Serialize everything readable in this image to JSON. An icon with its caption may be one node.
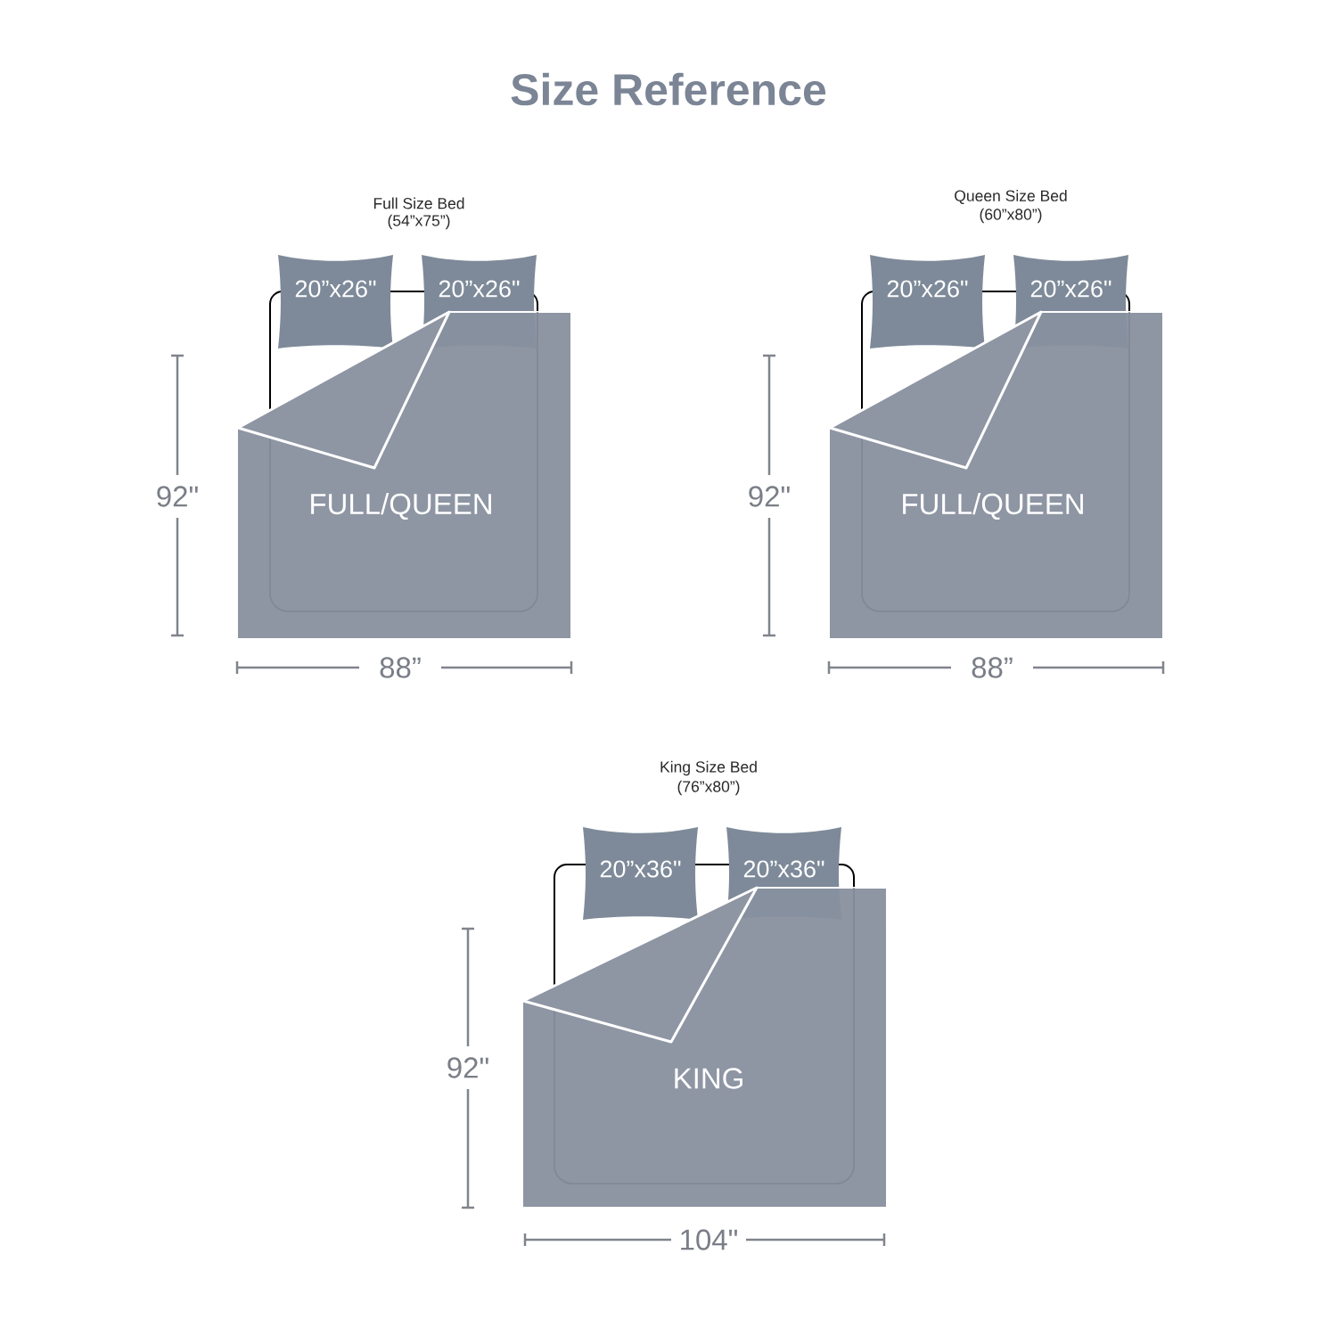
{
  "diagram": {
    "title": "Size Reference",
    "nodes": [
      {
        "text": [
          "20”x26\""
        ]
      },
      {
        "text": [
          "20”x26\""
        ]
      },
      {
        "text": [
          "FULL/QUEEN"
        ]
      },
      {
        "text": [
          "20”x26\""
        ]
      },
      {
        "text": [
          "20”x26\""
        ]
      },
      {
        "text": [
          "FULL/QUEEN"
        ]
      },
      {
        "text": [
          "20”x36\""
        ]
      },
      {
        "text": [
          "20”x36\""
        ]
      },
      {
        "text": [
          "KING"
        ]
      }
    ],
    "labels": [
      "Full Size Bed",
      "(54”x75”)",
      "Queen Size Bed",
      "(60”x80”)",
      "92\"",
      "88”",
      "92\"",
      "88”",
      "King Size Bed",
      "(76”x80”)",
      "92\"",
      "104\""
    ]
  }
}
